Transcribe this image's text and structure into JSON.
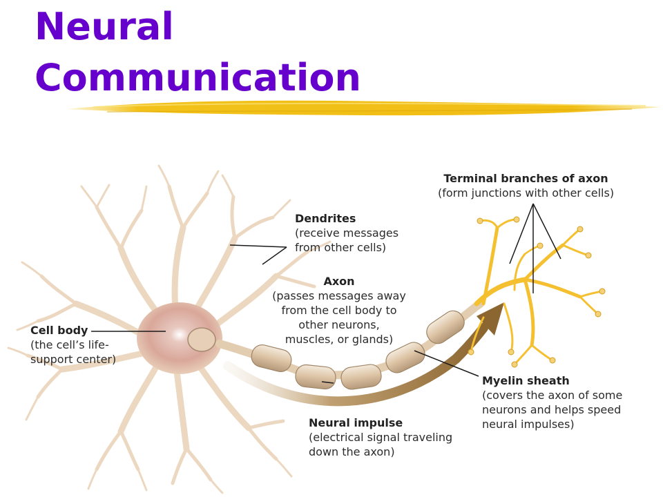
{
  "slide": {
    "title_line1": "Neural",
    "title_line2": "Communication"
  },
  "labels": {
    "terminal": {
      "heading": "Terminal branches of axon",
      "desc": [
        "(form junctions with other cells)"
      ]
    },
    "dendrites": {
      "heading": "Dendrites",
      "desc": [
        "(receive messages",
        "from other cells)"
      ]
    },
    "axon": {
      "heading": "Axon",
      "desc": [
        "(passes messages away",
        "from the cell body to",
        "other neurons,",
        "muscles, or glands)"
      ]
    },
    "cell_body": {
      "heading": "Cell body",
      "desc": [
        "(the cell’s life-",
        "support center)"
      ]
    },
    "myelin": {
      "heading": "Myelin sheath",
      "desc": [
        "(covers the axon of some",
        "neurons and helps speed",
        "neural impulses)"
      ]
    },
    "impulse": {
      "heading": "Neural impulse",
      "desc": [
        "(electrical signal traveling",
        "down the axon)"
      ]
    }
  },
  "colors": {
    "title": "#6600cc",
    "brush": "#f2c21a",
    "cell": "#ecd8c0",
    "terminal": "#f5c030",
    "impulse_arrow": "#a07840"
  }
}
